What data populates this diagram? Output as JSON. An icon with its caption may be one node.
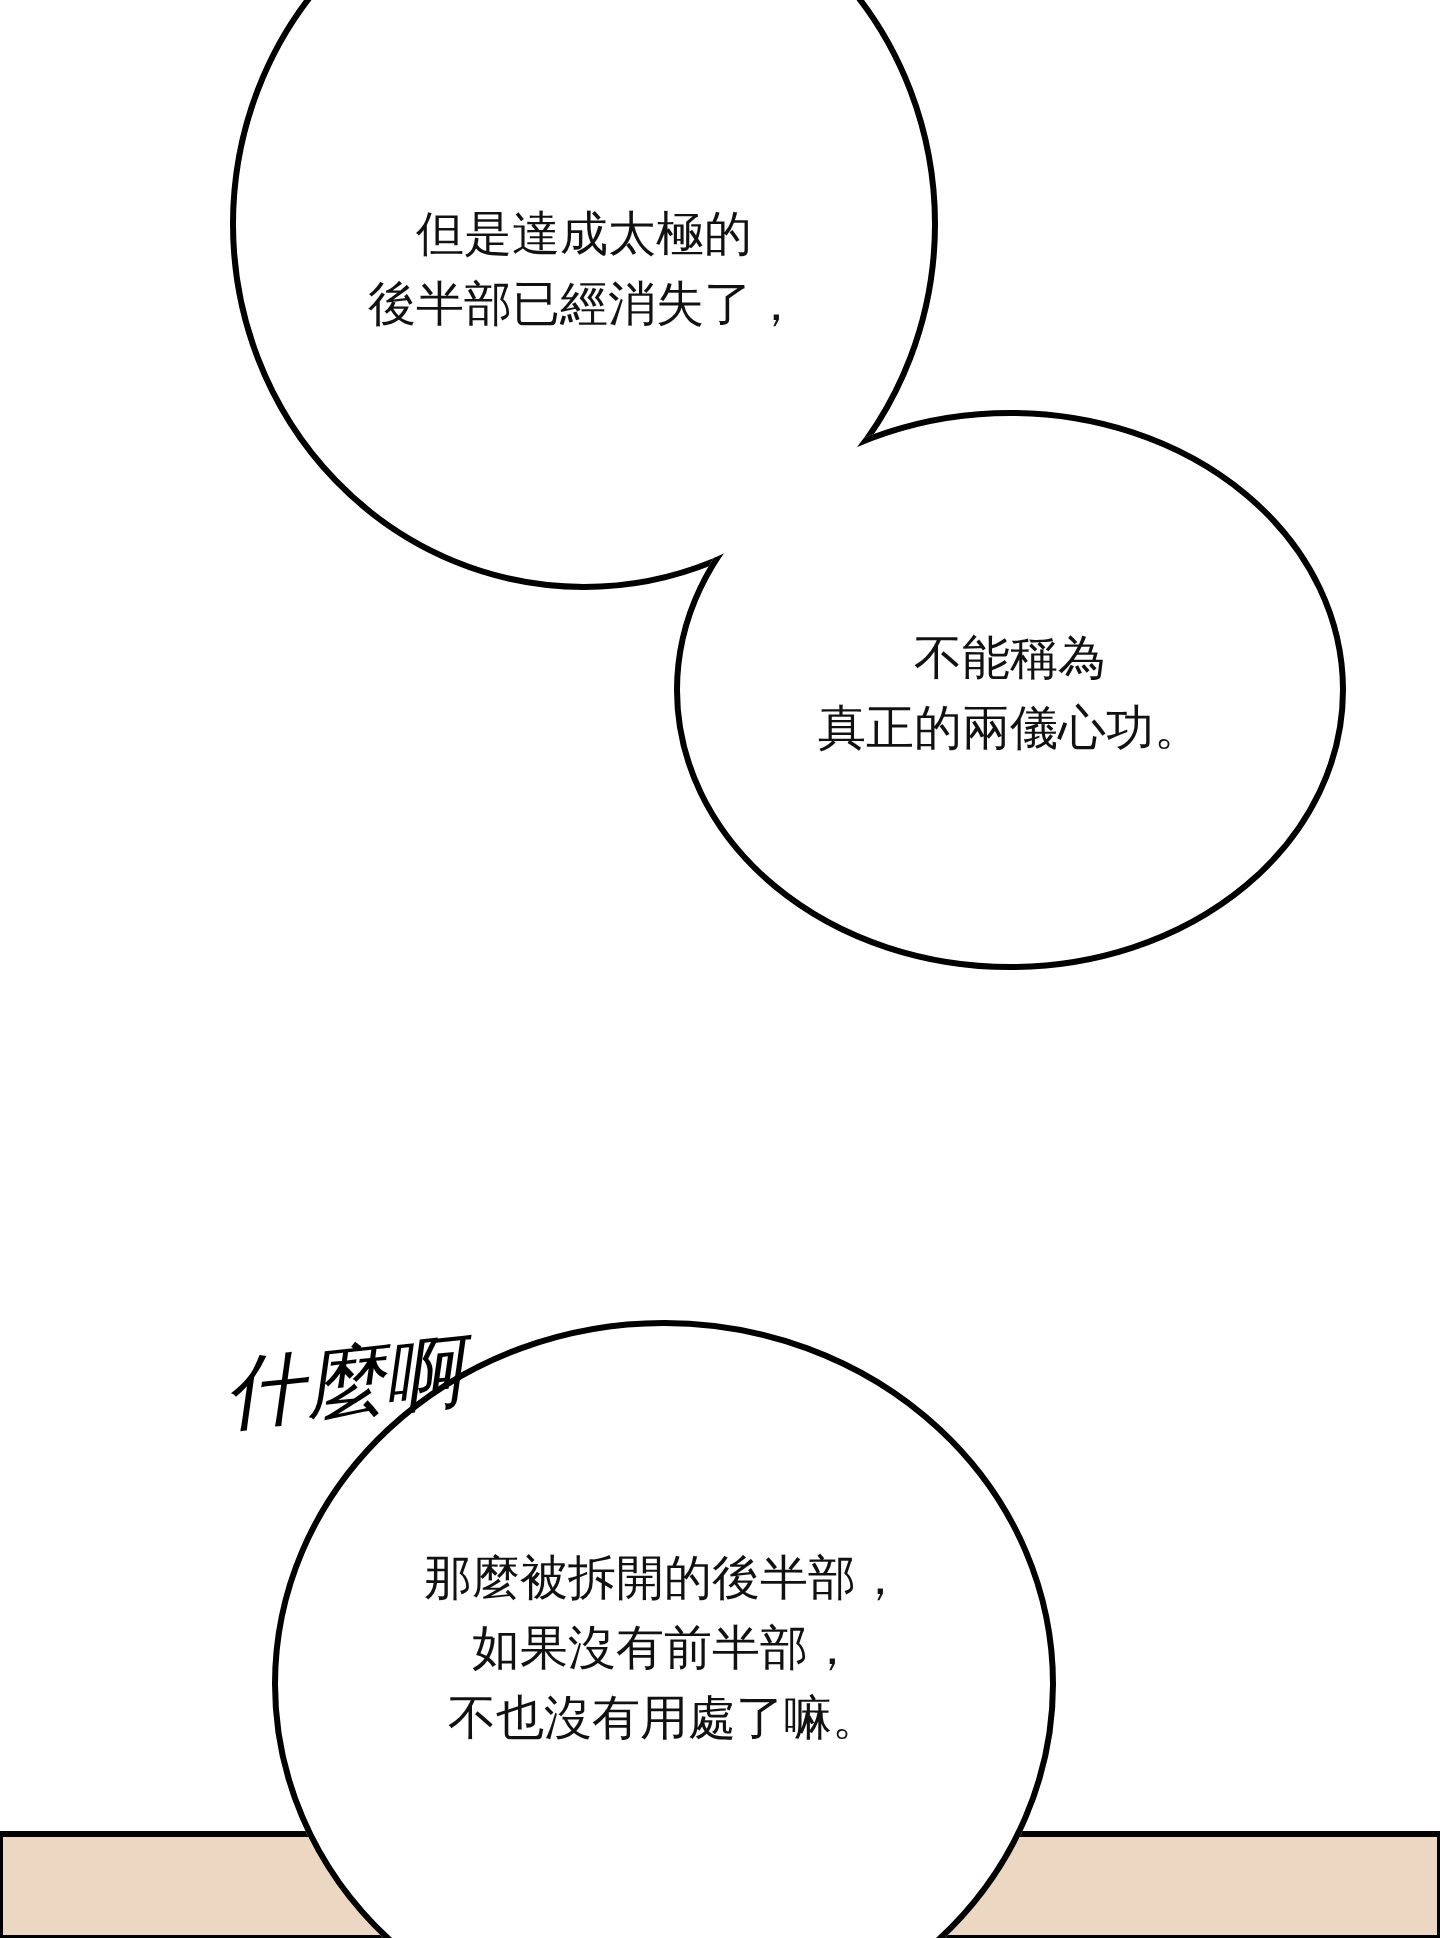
{
  "diagram": {
    "nodes": [
      {
        "text": [
          "但是達成太極的後半部已經消失了，"
        ]
      },
      {
        "text": [
          "不能稱為真正的兩儀心功。"
        ]
      },
      {
        "text": [
          "那麼被拆開的後半部，如果沒有前半部，不也沒有用處了嘛。"
        ]
      }
    ],
    "labels": [
      "什麼啊"
    ]
  }
}
